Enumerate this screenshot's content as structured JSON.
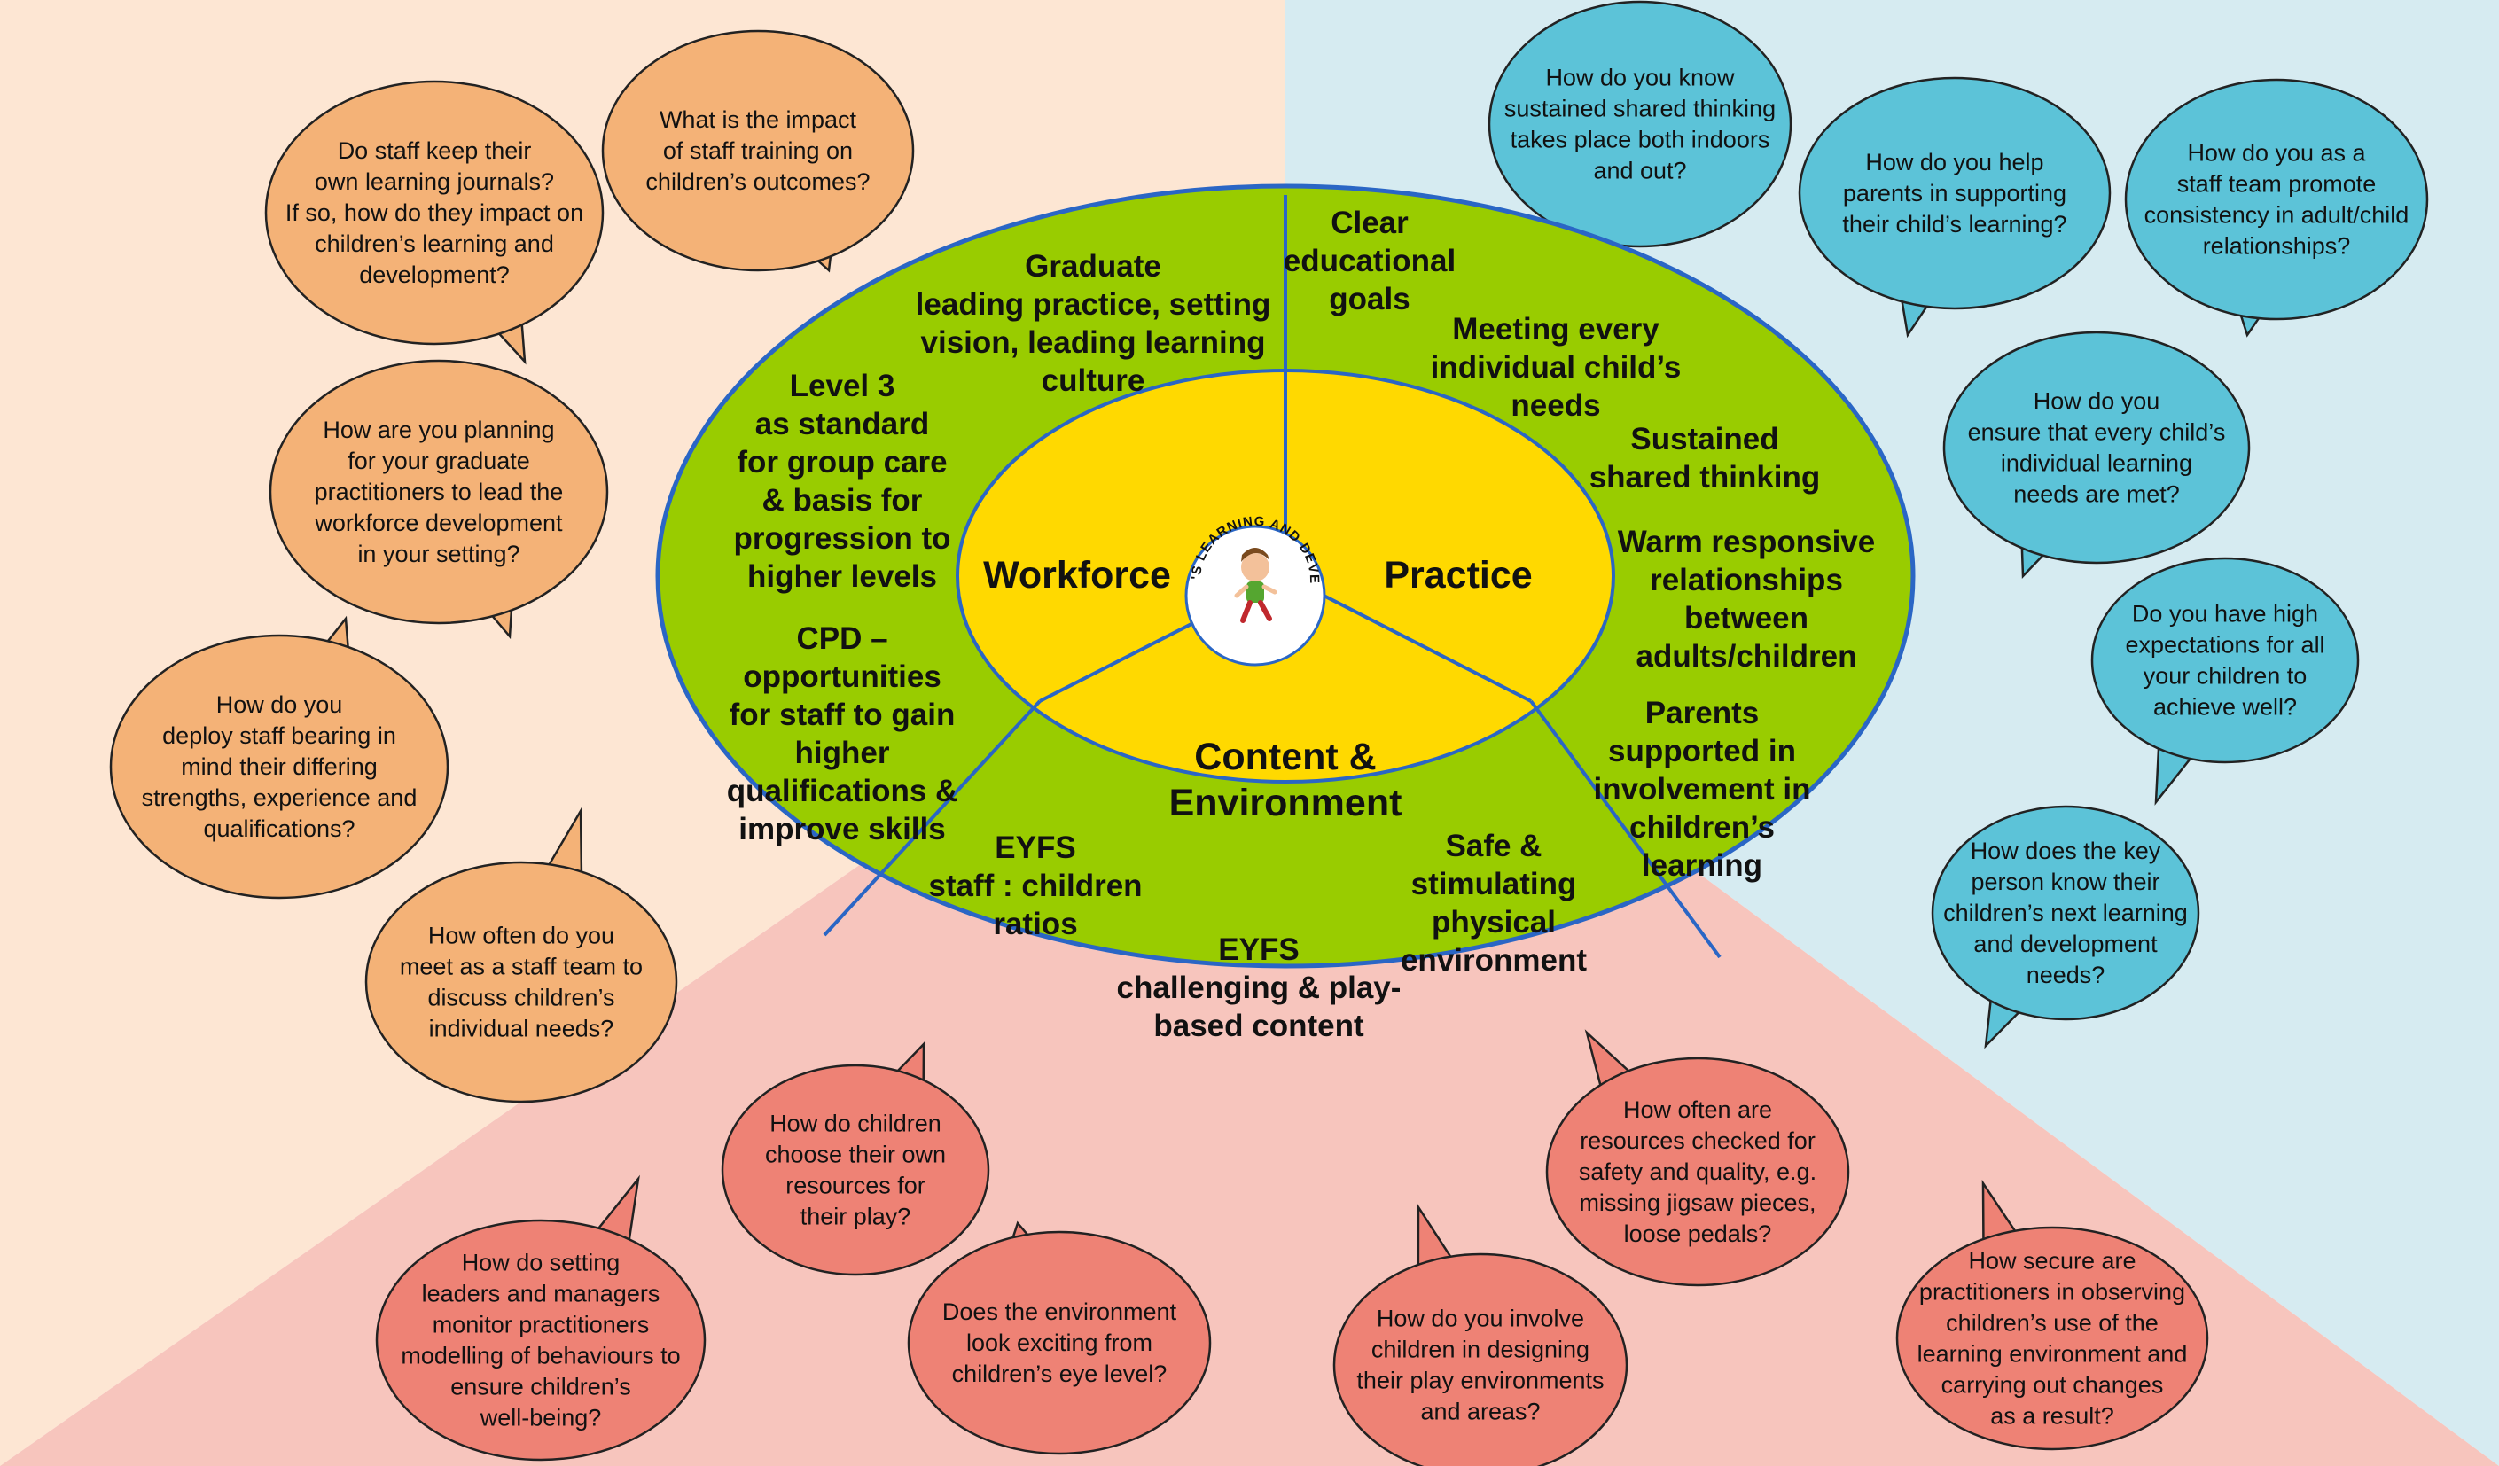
{
  "colors": {
    "orange_bg": "#fde6d3",
    "blue_bg": "#d6ebf1",
    "pink_bg": "#f7c5bd",
    "orange_bubble": "#f4b277",
    "blue_bubble": "#5cc3d8",
    "red_bubble": "#ee8275",
    "green_ring": "#99cc00",
    "yellow_core": "#ffd900",
    "ring_stroke": "#2a66c5"
  },
  "hub": {
    "workforce": "Workforce",
    "practice": "Practice",
    "content": [
      "Content &",
      "Environment"
    ],
    "logo_ring_text": "CHILDREN'S LEARNING AND DEVELOPMENT"
  },
  "ring_labels": [
    [
      "Graduate",
      "leading practice, setting",
      "vision, leading learning",
      "culture"
    ],
    [
      "Level 3",
      "as standard",
      "for group care",
      "& basis for",
      "progression to",
      "higher levels"
    ],
    [
      "CPD –",
      "opportunities",
      "for staff to gain",
      "higher",
      "qualifications &",
      "improve skills"
    ],
    [
      "Clear",
      "educational",
      "goals"
    ],
    [
      "Meeting every",
      "individual child’s",
      "needs"
    ],
    [
      "Sustained",
      "shared thinking"
    ],
    [
      "Warm responsive",
      "relationships",
      "between",
      "adults/children"
    ],
    [
      "Parents",
      "supported in",
      "involvement in",
      "children’s",
      "learning"
    ],
    [
      "EYFS",
      "staff : children",
      "ratios"
    ],
    [
      "EYFS",
      "challenging & play-",
      "based content"
    ],
    [
      "Safe &",
      "stimulating",
      "physical",
      "environment"
    ]
  ],
  "questions": {
    "orange": [
      [
        "Do staff keep their",
        "own learning journals?",
        "If so, how do they impact on",
        "children’s learning and",
        "development?"
      ],
      [
        "What is the impact",
        "of staff training on",
        "children’s outcomes?"
      ],
      [
        "How are you planning",
        "for your graduate",
        "practitioners to lead the",
        "workforce development",
        "in your setting?"
      ],
      [
        "How do you",
        "deploy staff bearing in",
        "mind their differing",
        "strengths, experience and",
        "qualifications?"
      ],
      [
        "How often do you",
        "meet as a staff team to",
        "discuss children’s",
        "individual needs?"
      ]
    ],
    "blue": [
      [
        "How do you know",
        "sustained shared thinking",
        "takes place both indoors",
        "and out?"
      ],
      [
        "How do you help",
        "parents in supporting",
        "their child’s learning?"
      ],
      [
        "How do you as a",
        "staff team promote",
        "consistency in adult/child",
        "relationships?"
      ],
      [
        "How do you",
        "ensure that every child’s",
        "individual learning",
        "needs are met?"
      ],
      [
        "Do you have high",
        "expectations for all",
        "your children to",
        "achieve well?"
      ],
      [
        "How does the key",
        "person know their",
        "children’s next learning",
        "and development",
        "needs?"
      ]
    ],
    "red": [
      [
        "How do children",
        "choose their own",
        "resources for",
        "their play?"
      ],
      [
        "How do setting",
        "leaders and managers",
        "monitor practitioners",
        "modelling of behaviours to",
        "ensure children’s",
        "well-being?"
      ],
      [
        "Does the environment",
        "look exciting from",
        "children’s eye level?"
      ],
      [
        "How often are",
        "resources checked for",
        "safety and quality, e.g.",
        "missing jigsaw pieces,",
        "loose pedals?"
      ],
      [
        "How do you involve",
        "children in designing",
        "their play environments",
        "and areas?"
      ],
      [
        "How secure are",
        "practitioners in observing",
        "children’s use of the",
        "learning environment and",
        "carrying out changes",
        "as a result?"
      ]
    ]
  }
}
